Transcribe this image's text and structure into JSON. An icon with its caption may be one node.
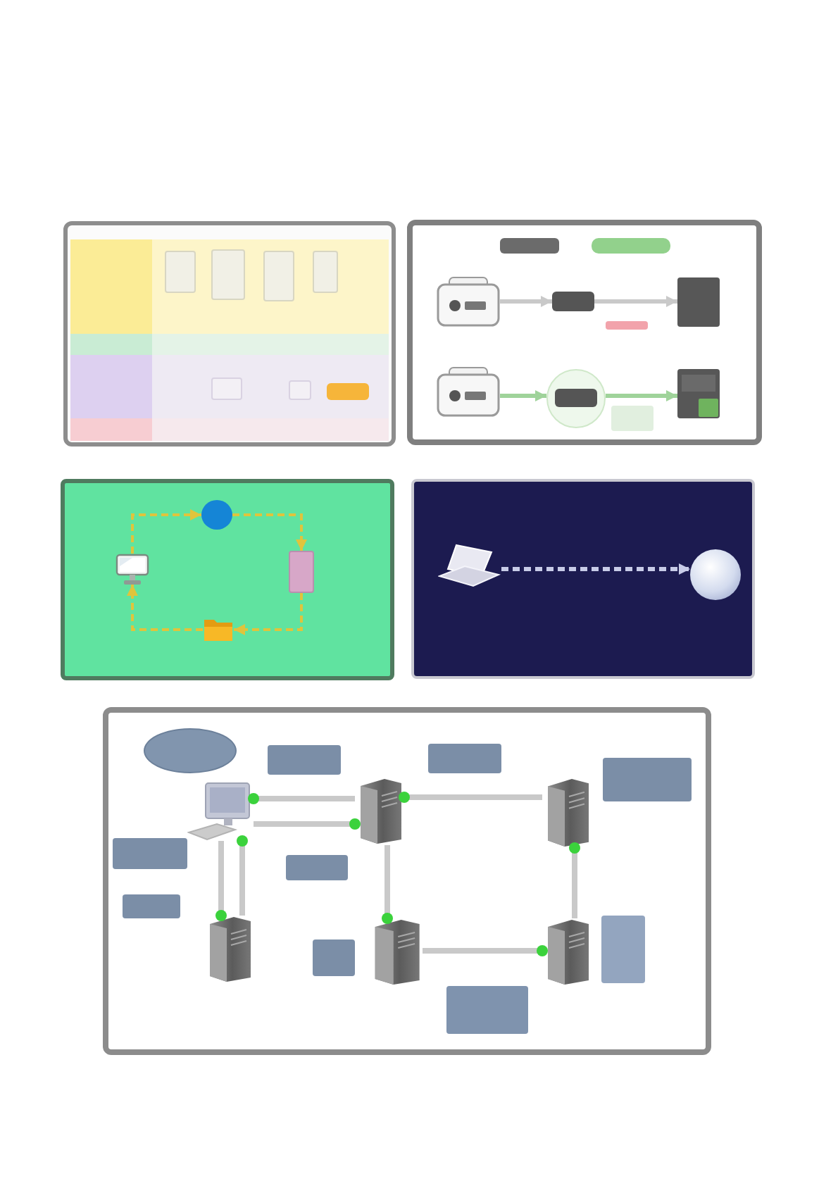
{
  "diagram": {
    "nodes": [
      {
        "text": [],
        "shape": "box"
      },
      {
        "text": [],
        "shape": "band",
        "in": 0
      },
      {
        "text": [],
        "shape": "band",
        "in": 0
      },
      {
        "text": [],
        "shape": "band",
        "in": 0
      },
      {
        "text": [],
        "shape": "band",
        "in": 0
      },
      {
        "text": [],
        "shape": "box",
        "in": 1
      },
      {
        "text": [],
        "shape": "box",
        "in": 1
      },
      {
        "text": [],
        "shape": "box",
        "in": 1
      },
      {
        "text": [],
        "shape": "box",
        "in": 1
      },
      {
        "text": [],
        "shape": "box",
        "in": 3
      },
      {
        "text": [],
        "shape": "box",
        "in": 3
      },
      {
        "text": [],
        "shape": "box",
        "in": 3
      },
      {
        "text": [],
        "shape": "box"
      },
      {
        "text": [],
        "shape": "box",
        "in": 12
      },
      {
        "text": [],
        "shape": "box",
        "in": 12
      },
      {
        "text": [],
        "shape": "picture",
        "in": 12
      },
      {
        "text": [],
        "shape": "box",
        "in": 12
      },
      {
        "text": [],
        "shape": "box",
        "in": 12
      },
      {
        "text": [],
        "shape": "bar",
        "in": 12
      },
      {
        "text": [],
        "shape": "picture",
        "in": 12
      },
      {
        "text": [],
        "shape": "circle",
        "in": 12
      },
      {
        "text": [],
        "shape": "box",
        "in": 20
      },
      {
        "text": [],
        "shape": "box",
        "in": 12
      },
      {
        "text": [],
        "shape": "picture",
        "in": 12
      },
      {
        "text": [],
        "shape": "box"
      },
      {
        "text": [],
        "shape": "circle",
        "in": 24
      },
      {
        "text": [],
        "shape": "picture",
        "in": 24
      },
      {
        "text": [],
        "shape": "box",
        "in": 24
      },
      {
        "text": [],
        "shape": "picture",
        "in": 24
      },
      {
        "text": [],
        "shape": "box"
      },
      {
        "text": [],
        "shape": "picture",
        "in": 29
      },
      {
        "text": [],
        "shape": "circle",
        "in": 29
      },
      {
        "text": [],
        "shape": "box"
      },
      {
        "text": [],
        "shape": "ellipse",
        "in": 32
      },
      {
        "text": [],
        "shape": "picture",
        "in": 32
      },
      {
        "text": [],
        "shape": "picture",
        "in": 32
      },
      {
        "text": [],
        "shape": "picture",
        "in": 32
      },
      {
        "text": [],
        "shape": "picture",
        "in": 32
      },
      {
        "text": [],
        "shape": "picture",
        "in": 32
      },
      {
        "text": [],
        "shape": "picture",
        "in": 32
      },
      {
        "text": [],
        "shape": "box",
        "in": 32
      },
      {
        "text": [],
        "shape": "box",
        "in": 32
      },
      {
        "text": [],
        "shape": "box",
        "in": 32
      },
      {
        "text": [],
        "shape": "box",
        "in": 32
      },
      {
        "text": [],
        "shape": "box",
        "in": 32
      },
      {
        "text": [],
        "shape": "box",
        "in": 32
      },
      {
        "text": [],
        "shape": "box",
        "in": 32
      },
      {
        "text": [],
        "shape": "box",
        "in": 32
      },
      {
        "text": [],
        "shape": "box",
        "in": 32
      }
    ],
    "edges": [
      {
        "from": 15,
        "to": 16,
        "arrow": "to"
      },
      {
        "from": 16,
        "to": 17,
        "arrow": "to"
      },
      {
        "from": 19,
        "to": 20,
        "arrow": "to",
        "color": "#9fd39a"
      },
      {
        "from": 20,
        "to": 23,
        "arrow": "to",
        "color": "#9fd39a"
      },
      {
        "from": 26,
        "to": 25,
        "arrow": "to",
        "style": "dashed",
        "color": "#e0c43c"
      },
      {
        "from": 25,
        "to": 27,
        "arrow": "to",
        "style": "dashed",
        "color": "#e0c43c"
      },
      {
        "from": 27,
        "to": 28,
        "arrow": "to",
        "style": "dashed",
        "color": "#e0c43c"
      },
      {
        "from": 28,
        "to": 26,
        "arrow": "to",
        "style": "dashed",
        "color": "#e0c43c"
      },
      {
        "from": 30,
        "to": 31,
        "arrow": "to",
        "style": "dashed",
        "color": "#c8cce8"
      },
      {
        "from": 35,
        "to": 34,
        "arrow": "other"
      },
      {
        "from": 34,
        "to": 35,
        "arrow": "other"
      },
      {
        "from": 37,
        "to": 34,
        "arrow": "other"
      },
      {
        "from": 34,
        "to": 37,
        "arrow": "other"
      },
      {
        "from": 36,
        "to": 35,
        "arrow": "other"
      },
      {
        "from": 39,
        "to": 36,
        "arrow": "other"
      },
      {
        "from": 35,
        "to": 38,
        "arrow": "other"
      },
      {
        "from": 38,
        "to": 39,
        "arrow": "other"
      }
    ]
  }
}
